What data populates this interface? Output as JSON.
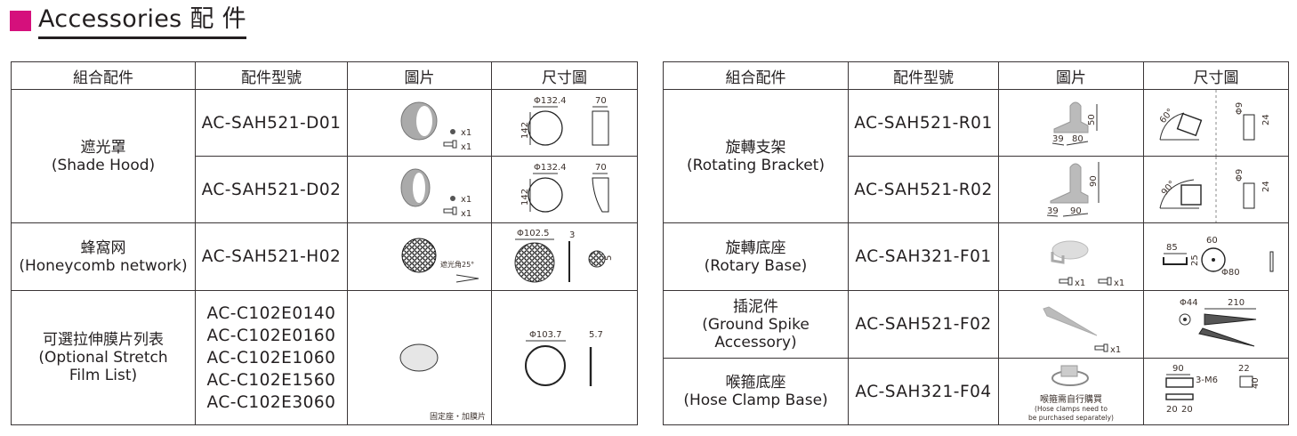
{
  "title": "Accessories 配 件",
  "accent": "#d5107c",
  "headers": [
    "組合配件",
    "配件型號",
    "圖片",
    "尺寸圖"
  ],
  "left": {
    "shade": {
      "zh": "遮光罩",
      "en": "(Shade Hood)",
      "models": [
        "AC-SAH521-D01",
        "AC-SAH521-D02"
      ],
      "qty": "x1",
      "dia": "Φ132.4",
      "h": "142",
      "w": "70"
    },
    "honey": {
      "zh": "蜂窩网",
      "en": "(Honeycomb network)",
      "model": "AC-SAH521-H02",
      "angle": "遮光角25°",
      "dia": "Φ102.5",
      "t": "3",
      "s": "5"
    },
    "film": {
      "zh": "可選拉伸膜片列表",
      "en1": "(Optional Stretch",
      "en2": "Film List)",
      "models": [
        "AC-C102E0140",
        "AC-C102E0160",
        "AC-C102E1060",
        "AC-C102E1560",
        "AC-C102E3060"
      ],
      "note": "固定座・加膜片",
      "dia": "Φ103.7",
      "t": "5.7"
    }
  },
  "right": {
    "rot": {
      "zh": "旋轉支架",
      "en": "(Rotating Bracket)",
      "models": [
        "AC-SAH521-R01",
        "AC-SAH521-R02"
      ],
      "r1": {
        "h": "50",
        "a": "39",
        "b": "80",
        "ang": "60°"
      },
      "r2": {
        "h": "90",
        "a": "39",
        "b": "90",
        "ang": "90°"
      },
      "phi": "Φ9",
      "d": "24"
    },
    "base": {
      "zh": "旋轉底座",
      "en": "(Rotary Base)",
      "model": "AC-SAH321-F01",
      "qty": "x1",
      "w": "85",
      "h": "25",
      "top": "60",
      "dia": "Φ80"
    },
    "spike": {
      "zh": "插泥件",
      "en1": "(Ground Spike",
      "en2": "Accessory)",
      "model": "AC-SAH521-F02",
      "qty": "x1",
      "dia": "Φ44",
      "len": "210"
    },
    "hose": {
      "zh": "喉箍底座",
      "en": "(Hose Clamp Base)",
      "model": "AC-SAH321-F04",
      "note_zh": "喉箍需自行購買",
      "note_en1": "(Hose clamps need to",
      "note_en2": "be purchased separately)",
      "w": "90",
      "m": "3-M6",
      "a": "22",
      "b": "40",
      "c": "20",
      "d": "20"
    }
  }
}
